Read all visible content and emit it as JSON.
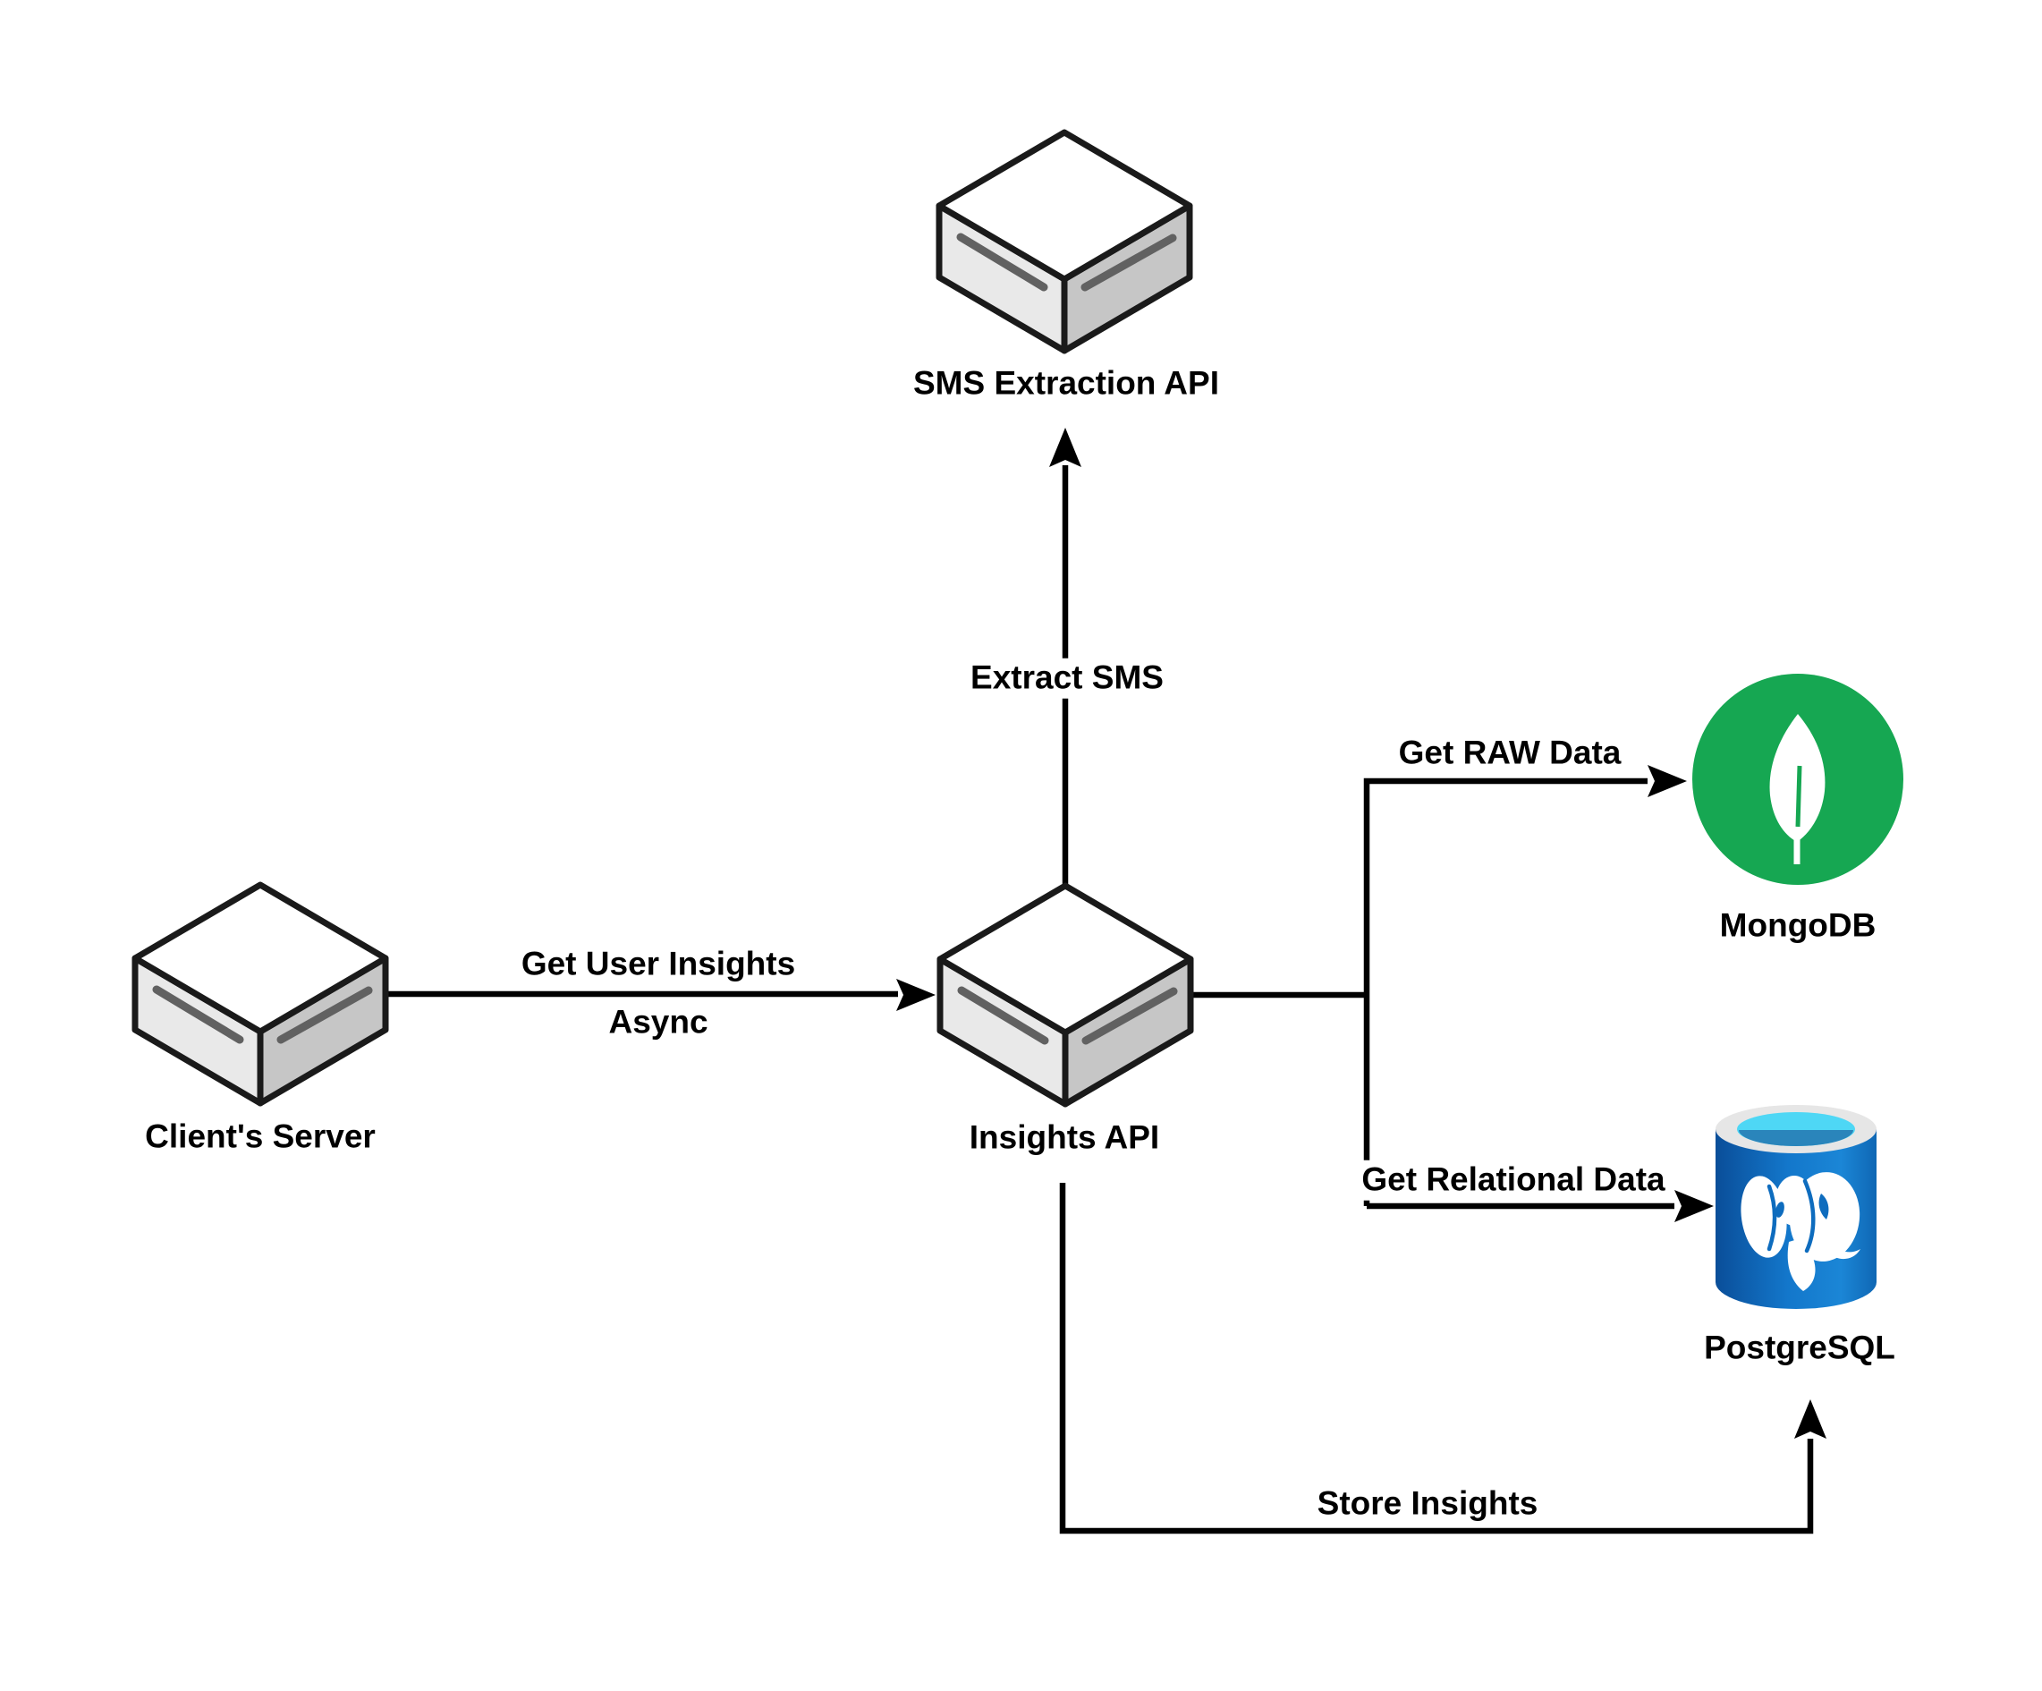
{
  "diagram": {
    "nodes": {
      "sms_extraction_api": {
        "label": "SMS Extraction API",
        "shape": "server-cube"
      },
      "client_server": {
        "label": "Client's Server",
        "shape": "server-cube"
      },
      "insights_api": {
        "label": "Insights API",
        "shape": "server-cube"
      },
      "mongodb": {
        "label": "MongoDB",
        "shape": "mongodb-logo",
        "brand_color": "#16a752"
      },
      "postgresql": {
        "label": "PostgreSQL",
        "shape": "postgresql-logo",
        "brand_color": "#1377cb"
      }
    },
    "edges": {
      "get_user_insights": {
        "from": "Client's Server",
        "to": "Insights API",
        "label_line1": "Get User Insights",
        "label_line2": "Async"
      },
      "extract_sms": {
        "from": "Insights API",
        "to": "SMS Extraction API",
        "label": "Extract SMS"
      },
      "get_raw_data": {
        "from": "Insights API",
        "to": "MongoDB",
        "label": "Get RAW Data"
      },
      "get_relational_data": {
        "from": "Insights API",
        "to": "PostgreSQL",
        "label": "Get Relational Data"
      },
      "store_insights": {
        "from": "Insights API",
        "to": "PostgreSQL",
        "label": "Store Insights"
      }
    },
    "colors": {
      "background": "#ffffff",
      "edge_line": "#000000",
      "label_text": "#000000",
      "cube_top": "#ffffff",
      "cube_left_face": "#e9e9e9",
      "cube_right_face": "#c6c6c6",
      "cube_outline": "#1a1a1a",
      "cube_slash": "#616161",
      "mongodb_green": "#16a752",
      "postgres_blue_dark": "#0a4e99",
      "postgres_blue_light": "#1b86d6",
      "postgres_rim_gray": "#e6e6e6",
      "postgres_cyan": "#4ed7f5",
      "postgres_cyan_dark": "#2a85bb"
    }
  }
}
